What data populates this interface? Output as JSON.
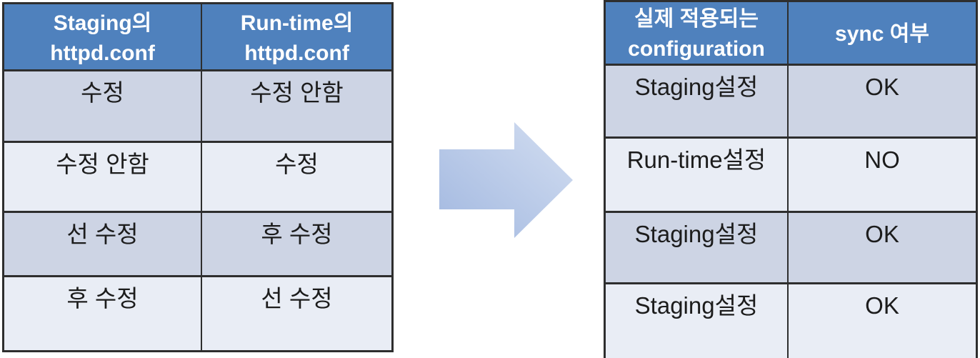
{
  "left_table": {
    "headers": [
      {
        "line1": "Staging의",
        "line2": "httpd.conf"
      },
      {
        "line1": "Run-time의",
        "line2": "httpd.conf"
      }
    ],
    "rows": [
      [
        "수정",
        "수정 안함"
      ],
      [
        "수정 안함",
        "수정"
      ],
      [
        "선 수정",
        "후 수정"
      ],
      [
        "후 수정",
        "선 수정"
      ]
    ]
  },
  "right_table": {
    "headers": [
      {
        "line1": "실제 적용되는",
        "line2": "configuration"
      },
      {
        "line1": "sync 여부",
        "line2": ""
      }
    ],
    "rows": [
      [
        "Staging설정",
        "OK"
      ],
      [
        "Run-time설정",
        "NO"
      ],
      [
        "Staging설정",
        "OK"
      ],
      [
        "Staging설정",
        "OK"
      ]
    ]
  },
  "arrow": {
    "direction": "right"
  },
  "colors": {
    "header_bg": "#4f81bd",
    "header_text": "#ffffff",
    "band_dark": "#cdd4e4",
    "band_light": "#e9edf5",
    "border_color": "#2e2e2e",
    "body_text": "#1c1c1c",
    "arrow_start": "#a2b8e0",
    "arrow_end": "#d3def1"
  }
}
